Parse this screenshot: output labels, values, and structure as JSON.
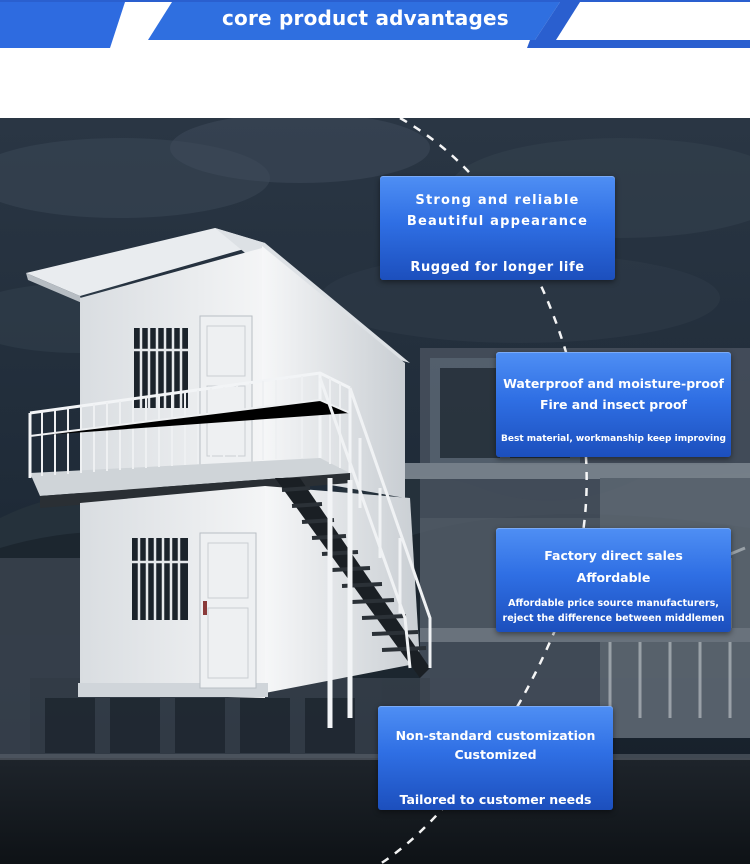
{
  "header": {
    "title": "core product advantages"
  },
  "colors": {
    "banner_blue": "#2f6fe0",
    "banner_dark": "#1e4fb5",
    "card_blue": "#2f6fe4",
    "sky_dark": "#1d2a38"
  },
  "features": [
    {
      "line1": "Strong and reliable",
      "line2": "Beautiful appearance",
      "detail": "Rugged for longer life"
    },
    {
      "line1": "Waterproof and moisture-proof",
      "line2": "Fire and insect proof",
      "detail": "Best material, workmanship keep improving"
    },
    {
      "line1": "Factory direct sales",
      "line2": "Affordable",
      "detail": "Affordable price source manufacturers, reject the difference between middlemen"
    },
    {
      "line1": "Non-standard customization",
      "line2": "Customized",
      "detail": "Tailored to customer needs"
    }
  ]
}
